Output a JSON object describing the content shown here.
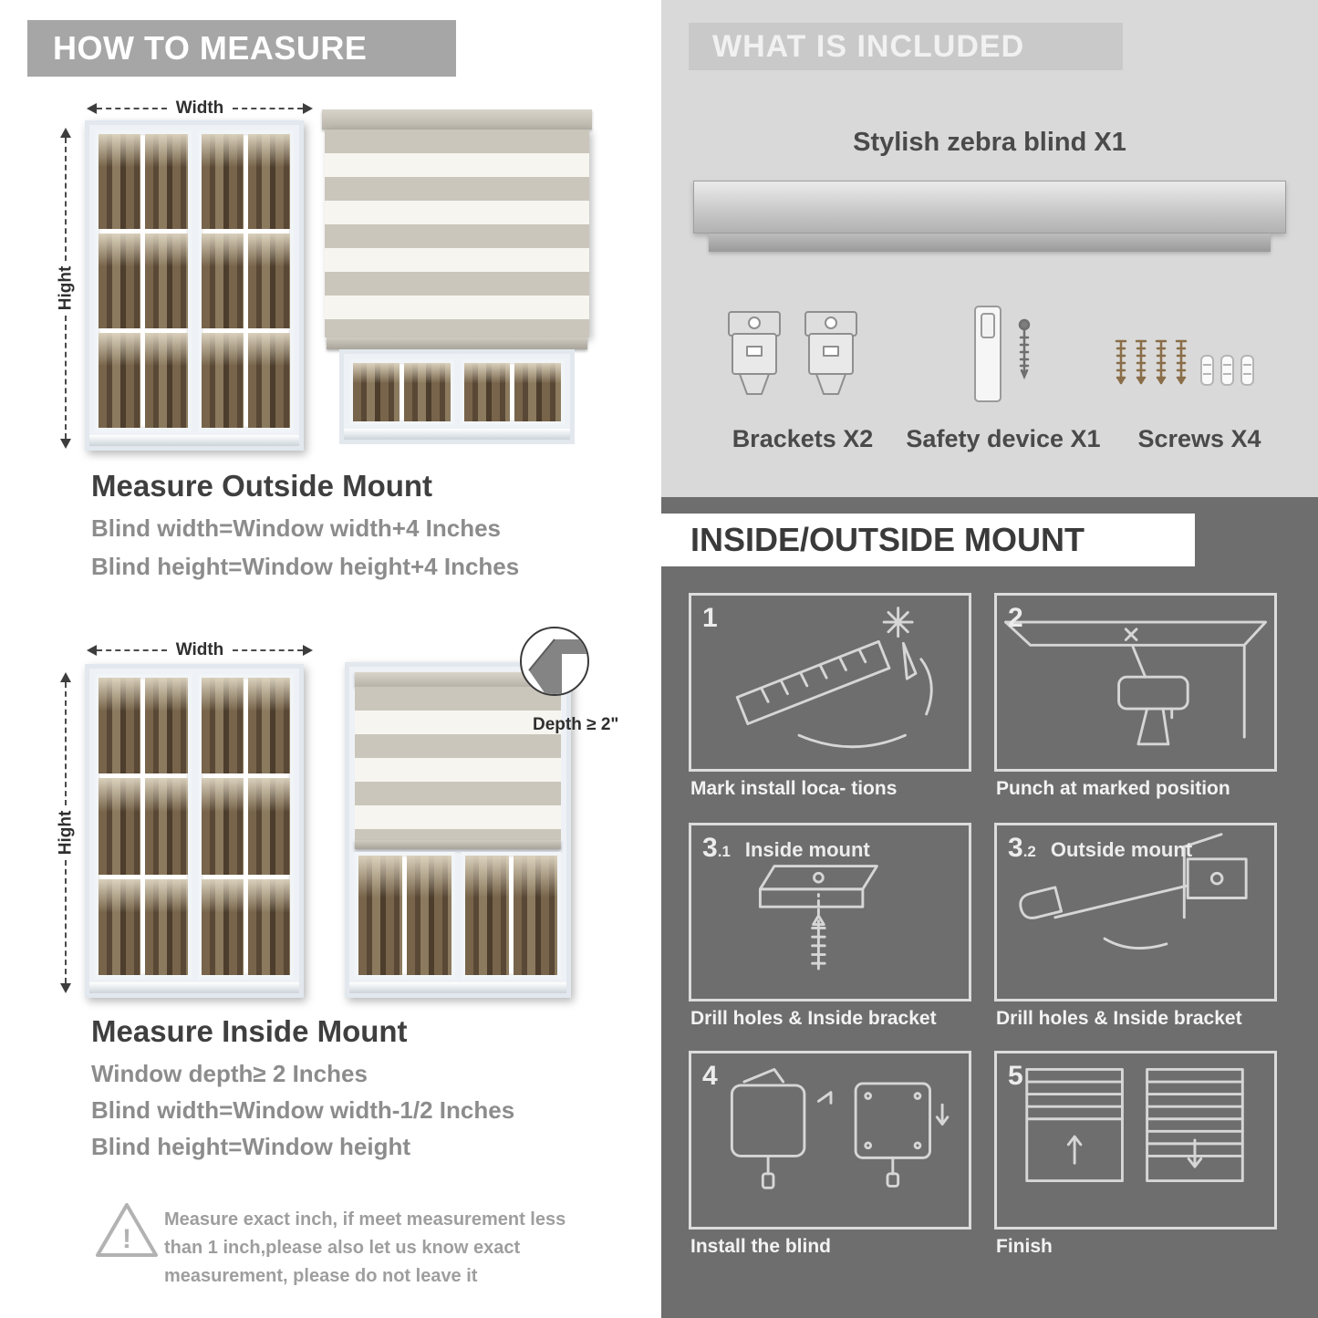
{
  "palette": {
    "left_header_bg": "#a6a6a6",
    "heading_text": "#3f3f3f",
    "body_text": "#8c8c8c",
    "right_top_bg": "#d9d9d9",
    "right_bottom_bg": "#6e6e6e",
    "included_header_bg": "#c9c9c9",
    "panel_border": "#dcdcdc",
    "zebra_stripe": "#cbc6bb"
  },
  "measure": {
    "header": "HOW TO MEASURE",
    "width_label": "Width",
    "height_label": "Hight",
    "outside": {
      "title": "Measure Outside Mount",
      "lines": [
        "Blind width=Window width+4 Inches",
        "Blind height=Window height+4 Inches"
      ]
    },
    "inside": {
      "depth_callout": "Depth ≥ 2\"",
      "title": "Measure Inside Mount",
      "lines": [
        "Window depth≥ 2 Inches",
        "Blind width=Window width-1/2 Inches",
        "Blind height=Window height"
      ]
    },
    "note": {
      "mark": "!",
      "text": "Measure exact inch, if meet measurement less than 1 inch,please also let us know exact measurement, please do not leave it"
    }
  },
  "included": {
    "header": "WHAT IS INCLUDED",
    "blind_label": "Stylish zebra blind X1",
    "items": [
      {
        "label": "Brackets X2"
      },
      {
        "label": "Safety device X1"
      },
      {
        "label": "Screws X4"
      }
    ]
  },
  "mount": {
    "header": "INSIDE/OUTSIDE MOUNT",
    "steps": [
      {
        "num": "1",
        "sub": "",
        "title": "",
        "caption": "Mark install loca- tions"
      },
      {
        "num": "2",
        "sub": "",
        "title": "",
        "caption": "Punch at  marked position"
      },
      {
        "num": "3",
        "sub": ".1",
        "title": "Inside mount",
        "caption": "Drill holes &  Inside bracket"
      },
      {
        "num": "3",
        "sub": ".2",
        "title": "Outside mount",
        "caption": "Drill holes &  Inside bracket"
      },
      {
        "num": "4",
        "sub": "",
        "title": "",
        "caption": "Install the blind"
      },
      {
        "num": "5",
        "sub": "",
        "title": "",
        "caption": "Finish"
      }
    ]
  }
}
